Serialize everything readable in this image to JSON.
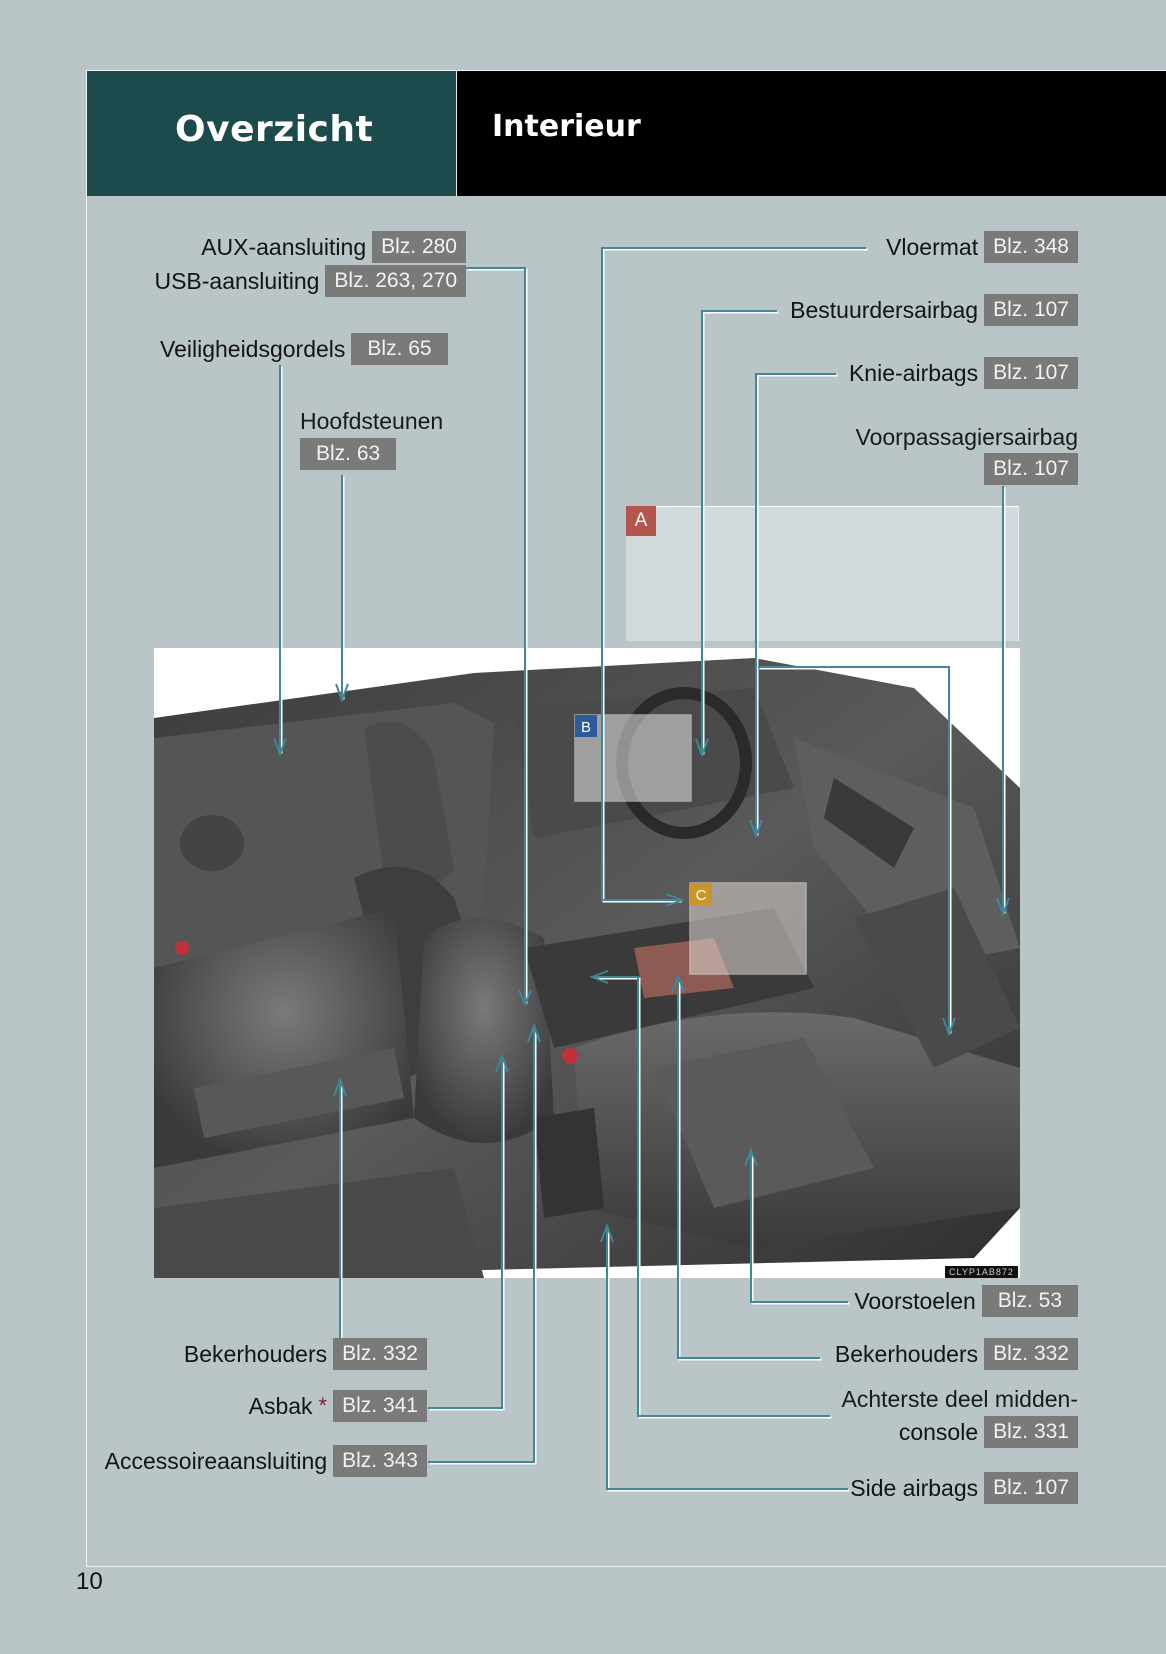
{
  "header": {
    "section": "Overzicht",
    "title": "Interieur"
  },
  "labels": {
    "aux": {
      "text": "AUX-aansluiting",
      "page": "Blz. 280"
    },
    "usb": {
      "text": "USB-aansluiting",
      "page": "Blz. 263, 270"
    },
    "gordels": {
      "text": "Veiligheidsgordels",
      "page": "Blz. 65"
    },
    "hoofdsteunen": {
      "text": "Hoofdsteunen",
      "page": "Blz. 63"
    },
    "vloermat": {
      "text": "Vloermat",
      "page": "Blz. 348"
    },
    "bestuurder": {
      "text": "Bestuurdersairbag",
      "page": "Blz. 107"
    },
    "knie": {
      "text": "Knie-airbags",
      "page": "Blz. 107"
    },
    "voorpassagier": {
      "text": "Voorpassagiersairbag",
      "page": "Blz. 107"
    },
    "bekerhouders_left": {
      "text": "Bekerhouders",
      "page": "Blz. 332"
    },
    "asbak": {
      "text": "Asbak",
      "marker": "*",
      "page": "Blz. 341"
    },
    "accessoire": {
      "text": "Accessoireaansluiting",
      "page": "Blz. 343"
    },
    "voorstoelen": {
      "text": "Voorstoelen",
      "page": "Blz. 53"
    },
    "bekerhouders_right": {
      "text": "Bekerhouders",
      "page": "Blz. 332"
    },
    "achterste": {
      "text_line1": "Achterste deel midden-",
      "text_line2": "console",
      "page": "Blz. 331"
    },
    "side": {
      "text": "Side airbags",
      "page": "Blz. 107"
    }
  },
  "callouts": {
    "a": "A",
    "b": "B",
    "c": "C"
  },
  "image_code": "CLYP1AB872",
  "page_number": "10",
  "colors": {
    "header_teal": "#1c4b4d",
    "line_teal": "#3f8799",
    "page_badge": "#7a7a7a",
    "callout_a": "#b4554e",
    "callout_b": "#2c5a9c",
    "callout_c": "#c9962c"
  }
}
